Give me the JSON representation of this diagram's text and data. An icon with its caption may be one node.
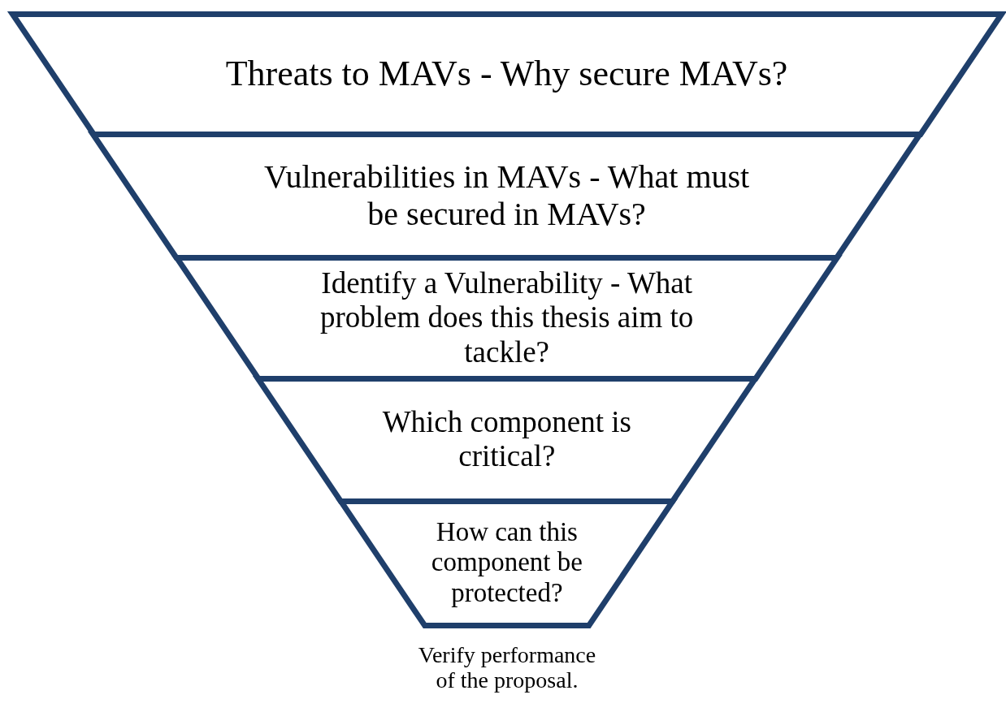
{
  "diagram": {
    "nodes": [
      {
        "text": [
          "Threats to MAVs - Why secure MAVs?"
        ]
      },
      {
        "text": [
          "Vulnerabilities in MAVs - What must be secured in MAVs?"
        ]
      },
      {
        "text": [
          "Identify a Vulnerability - What problem does this thesis aim to tackle?"
        ]
      },
      {
        "text": [
          "Which component is critical?"
        ]
      },
      {
        "text": [
          "How can this component be protected?"
        ]
      }
    ],
    "labels": [
      "Verify performance of the proposal."
    ]
  }
}
